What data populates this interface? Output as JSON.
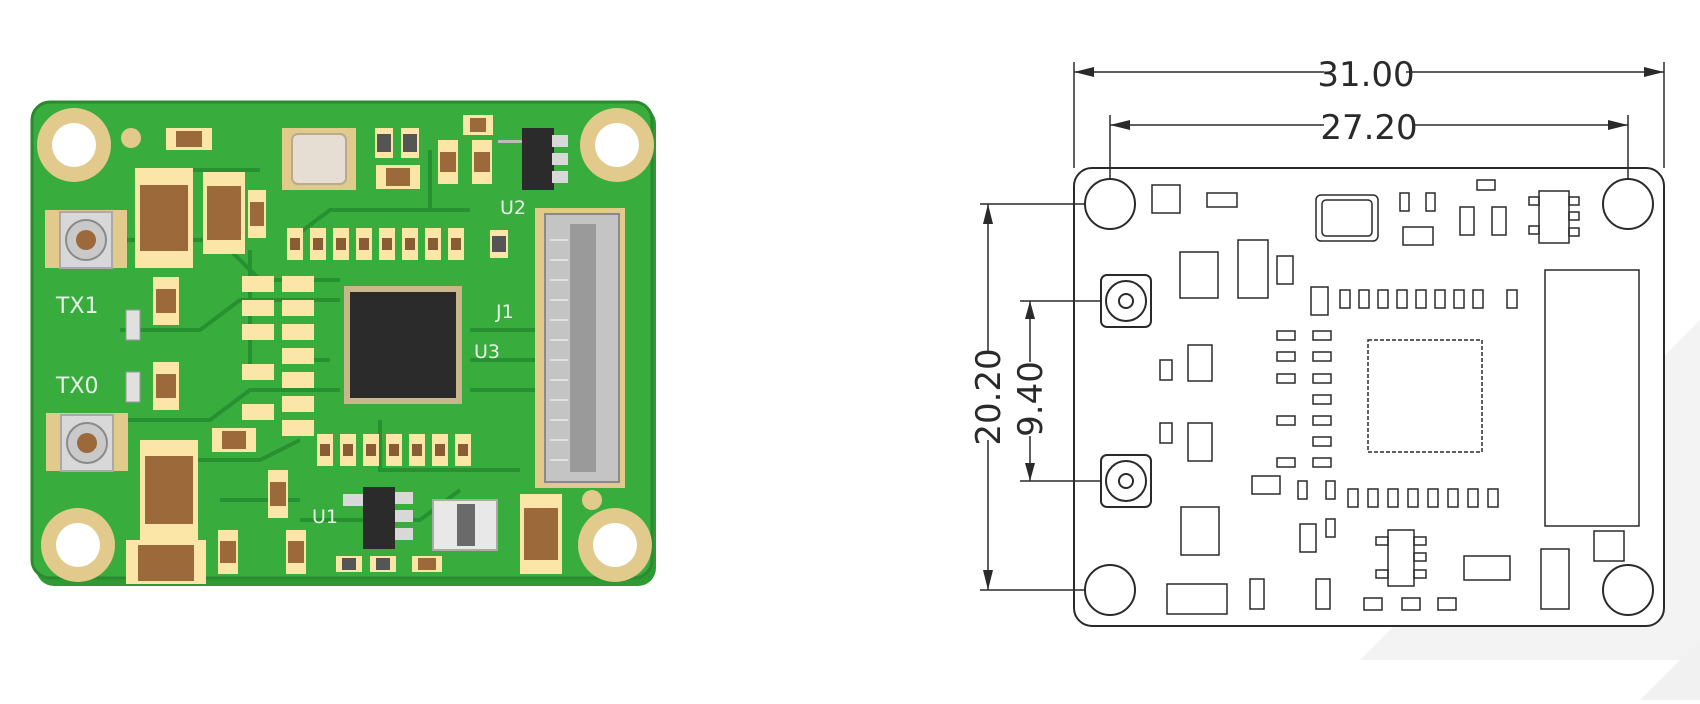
{
  "photo": {
    "silkscreen": {
      "tx1": "TX1",
      "tx0": "TX0",
      "u1": "U1",
      "u2": "U2",
      "u3": "U3",
      "j1": "J1"
    },
    "colors": {
      "board": "#34a83a",
      "board_edge": "#2a8a2f",
      "trace": "#2b9131",
      "pad_gold": "#e2c98c",
      "component_body": "#9c6a3a",
      "ic_body": "#2b2b2b"
    }
  },
  "drawing": {
    "dimensions": {
      "overall_width": "31.00",
      "hole_spacing_x": "27.20",
      "hole_spacing_y": "20.20",
      "antenna_spacing": "9.40"
    },
    "colors": {
      "line": "#2a2a2a",
      "background_shade": "#f4f4f4"
    }
  }
}
